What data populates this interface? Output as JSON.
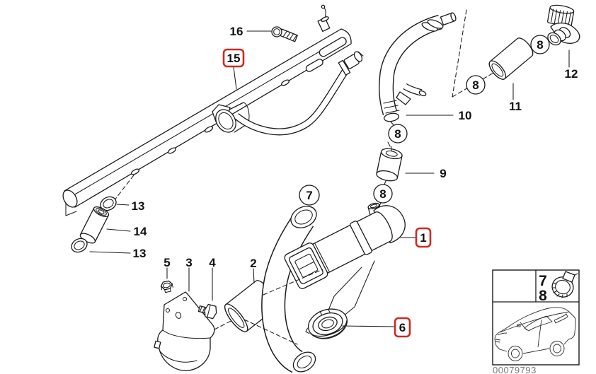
{
  "diagram": {
    "callouts": {
      "plain": [
        {
          "num": "2"
        },
        {
          "num": "3"
        },
        {
          "num": "4"
        },
        {
          "num": "5"
        },
        {
          "num": "9"
        },
        {
          "num": "10"
        },
        {
          "num": "11"
        },
        {
          "num": "12"
        },
        {
          "num": "13"
        },
        {
          "num": "13"
        },
        {
          "num": "14"
        },
        {
          "num": "16"
        }
      ],
      "boxed": [
        {
          "num": "1"
        },
        {
          "num": "6"
        },
        {
          "num": "15"
        }
      ],
      "circled": [
        {
          "num": "7"
        },
        {
          "num": "8"
        },
        {
          "num": "8"
        },
        {
          "num": "8"
        },
        {
          "num": "8"
        }
      ]
    },
    "inset": {
      "clamp_items": [
        {
          "num": "7"
        },
        {
          "num": "8"
        }
      ]
    },
    "watermark": "00079793",
    "colors": {
      "line_ink": "#1a1a1a",
      "highlight_red": "#cc2a24",
      "watermark_gray": "#7a7a7a",
      "background": "#ffffff"
    }
  }
}
